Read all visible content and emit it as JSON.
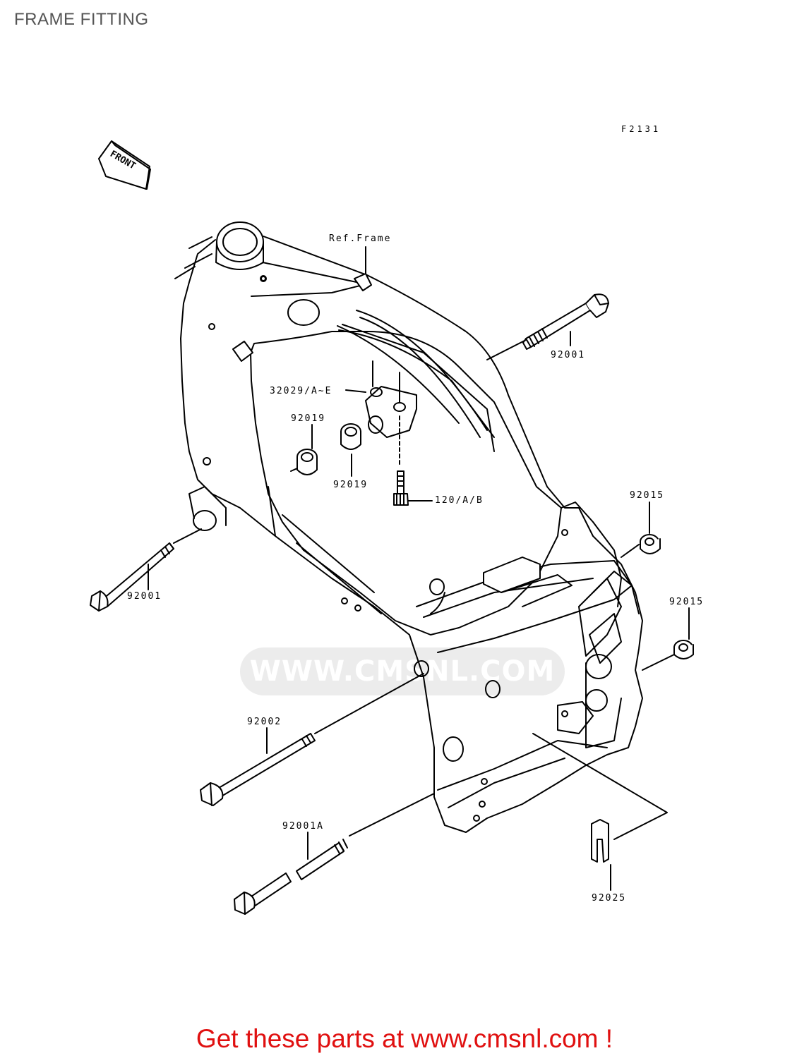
{
  "header": {
    "title": "FRAME FITTING",
    "figure_code": "F2131"
  },
  "front_arrow": {
    "label": "FRONT"
  },
  "watermark": {
    "text": "WWW.CMSNL.COM"
  },
  "parts": {
    "ref_frame": "Ref.Frame",
    "p92001_top": "92001",
    "p32029": "32029/A~E",
    "p92019_upper": "92019",
    "p92019_lower": "92019",
    "p120": "120/A/B",
    "p92015_upper": "92015",
    "p92001_left": "92001",
    "p92015_lower": "92015",
    "p92002": "92002",
    "p92001A": "92001A",
    "p92025": "92025"
  },
  "footer": {
    "text": "Get these parts at www.cmsnl.com !"
  },
  "colors": {
    "footer": "#e01010",
    "title": "#555555",
    "lines": "#000000",
    "watermark": "#ececec"
  }
}
